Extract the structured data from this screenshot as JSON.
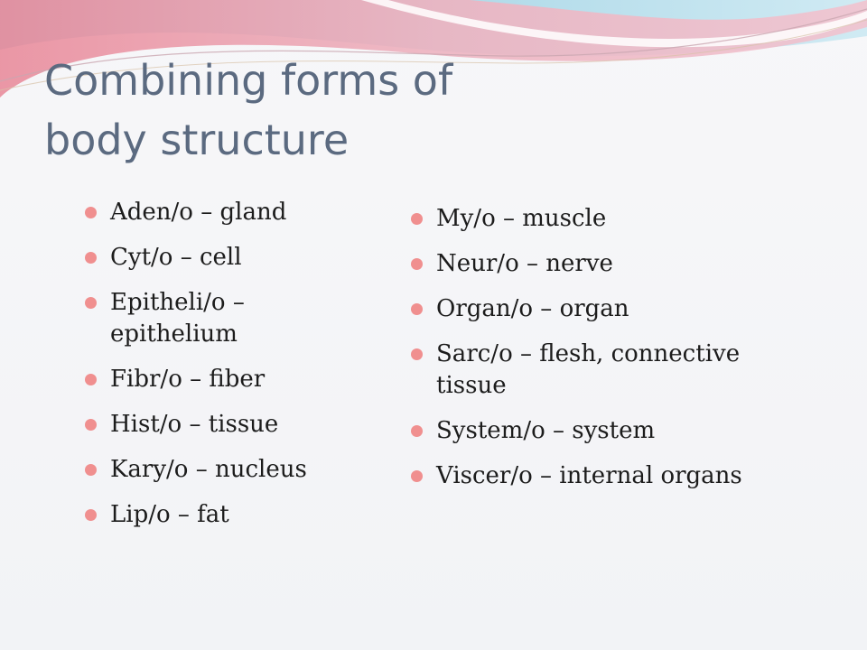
{
  "slide": {
    "title_line1": "Combining forms of",
    "title_line2": "body structure",
    "left_column": [
      "Aden/o – gland",
      "Cyt/o – cell",
      "Epitheli/o – epithelium",
      "Fibr/o – fiber",
      "Hist/o – tissue",
      "Kary/o – nucleus",
      "Lip/o – fat"
    ],
    "right_column": [
      "My/o – muscle",
      "Neur/o – nerve",
      "Organ/o – organ",
      "Sarc/o – flesh, connective tissue",
      "System/o – system",
      "Viscer/o – internal organs"
    ]
  },
  "colors": {
    "title": "#5b6a80",
    "bullet": "#f08f8f",
    "text": "#1c1c1c",
    "wave_pink": "#e9a6b4",
    "wave_blue": "#9fd0e0"
  }
}
